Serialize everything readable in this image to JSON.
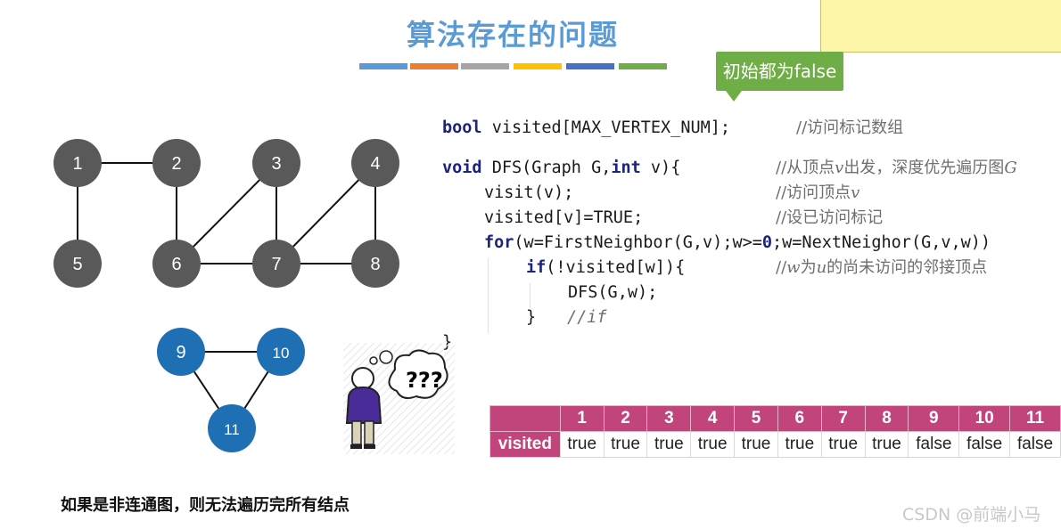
{
  "title": "算法存在的问题",
  "callout": "初始都为false",
  "colors": {
    "title": "#5b9bd5",
    "node_gray": "#595959",
    "node_blue": "#1f6fb5",
    "callout": "#6fad47",
    "table_header": "#c1457a",
    "bars": [
      "#5b9bd5",
      "#ed7d31",
      "#a5a5a5",
      "#ffc000",
      "#4472c4",
      "#70ad47"
    ]
  },
  "code": {
    "line1": {
      "kw": "bool",
      "rest": " visited[MAX_VERTEX_NUM];",
      "comment": "//访问标记数组"
    },
    "line2": {
      "kw1": "void",
      "mid": " DFS(Graph G,",
      "kw2": "int",
      "rest": " v){",
      "comment_pre": "//从顶点",
      "comment_var": "v",
      "comment_post": "出发，深度优先遍历图",
      "comment_var2": "G"
    },
    "line3": {
      "text": "visit(v);",
      "comment_pre": "//访问顶点",
      "comment_var": "v"
    },
    "line4": {
      "text": "visited[v]=TRUE;",
      "comment": "//设已访问标记"
    },
    "line5": {
      "kw": "for",
      "pre": "(w=FirstNeighbor(G,v);w>=",
      "num": "0",
      "post": ";w=NextNeighor(G,v,w))"
    },
    "line6": {
      "kw": "if",
      "rest": "(!visited[w]){",
      "comment_pre": "//",
      "comment_var": "w",
      "comment_mid": "为",
      "comment_var2": "u",
      "comment_post": "的尚未访问的邻接顶点"
    },
    "line7": {
      "text": "DFS(G,w);"
    },
    "line8": {
      "text": "}",
      "comment": "//if"
    },
    "line9": {
      "text": "}"
    }
  },
  "graph": {
    "nodes": [
      {
        "id": "1",
        "group": "gray"
      },
      {
        "id": "2",
        "group": "gray"
      },
      {
        "id": "3",
        "group": "gray"
      },
      {
        "id": "4",
        "group": "gray"
      },
      {
        "id": "5",
        "group": "gray"
      },
      {
        "id": "6",
        "group": "gray"
      },
      {
        "id": "7",
        "group": "gray"
      },
      {
        "id": "8",
        "group": "gray"
      },
      {
        "id": "9",
        "group": "blue"
      },
      {
        "id": "10",
        "group": "blue"
      },
      {
        "id": "11",
        "group": "blue"
      }
    ],
    "edges": [
      [
        "1",
        "2"
      ],
      [
        "1",
        "5"
      ],
      [
        "2",
        "6"
      ],
      [
        "3",
        "6"
      ],
      [
        "3",
        "7"
      ],
      [
        "4",
        "7"
      ],
      [
        "4",
        "8"
      ],
      [
        "6",
        "7"
      ],
      [
        "7",
        "8"
      ],
      [
        "9",
        "10"
      ],
      [
        "9",
        "11"
      ],
      [
        "10",
        "11"
      ]
    ]
  },
  "question_marks": "???",
  "table": {
    "row_label": "visited",
    "headers": [
      "1",
      "2",
      "3",
      "4",
      "5",
      "6",
      "7",
      "8",
      "9",
      "10",
      "11"
    ],
    "values": [
      "true",
      "true",
      "true",
      "true",
      "true",
      "true",
      "true",
      "true",
      "false",
      "false",
      "false"
    ]
  },
  "caption": "如果是非连通图，则无法遍历完所有结点",
  "watermark": "CSDN @前端小马"
}
